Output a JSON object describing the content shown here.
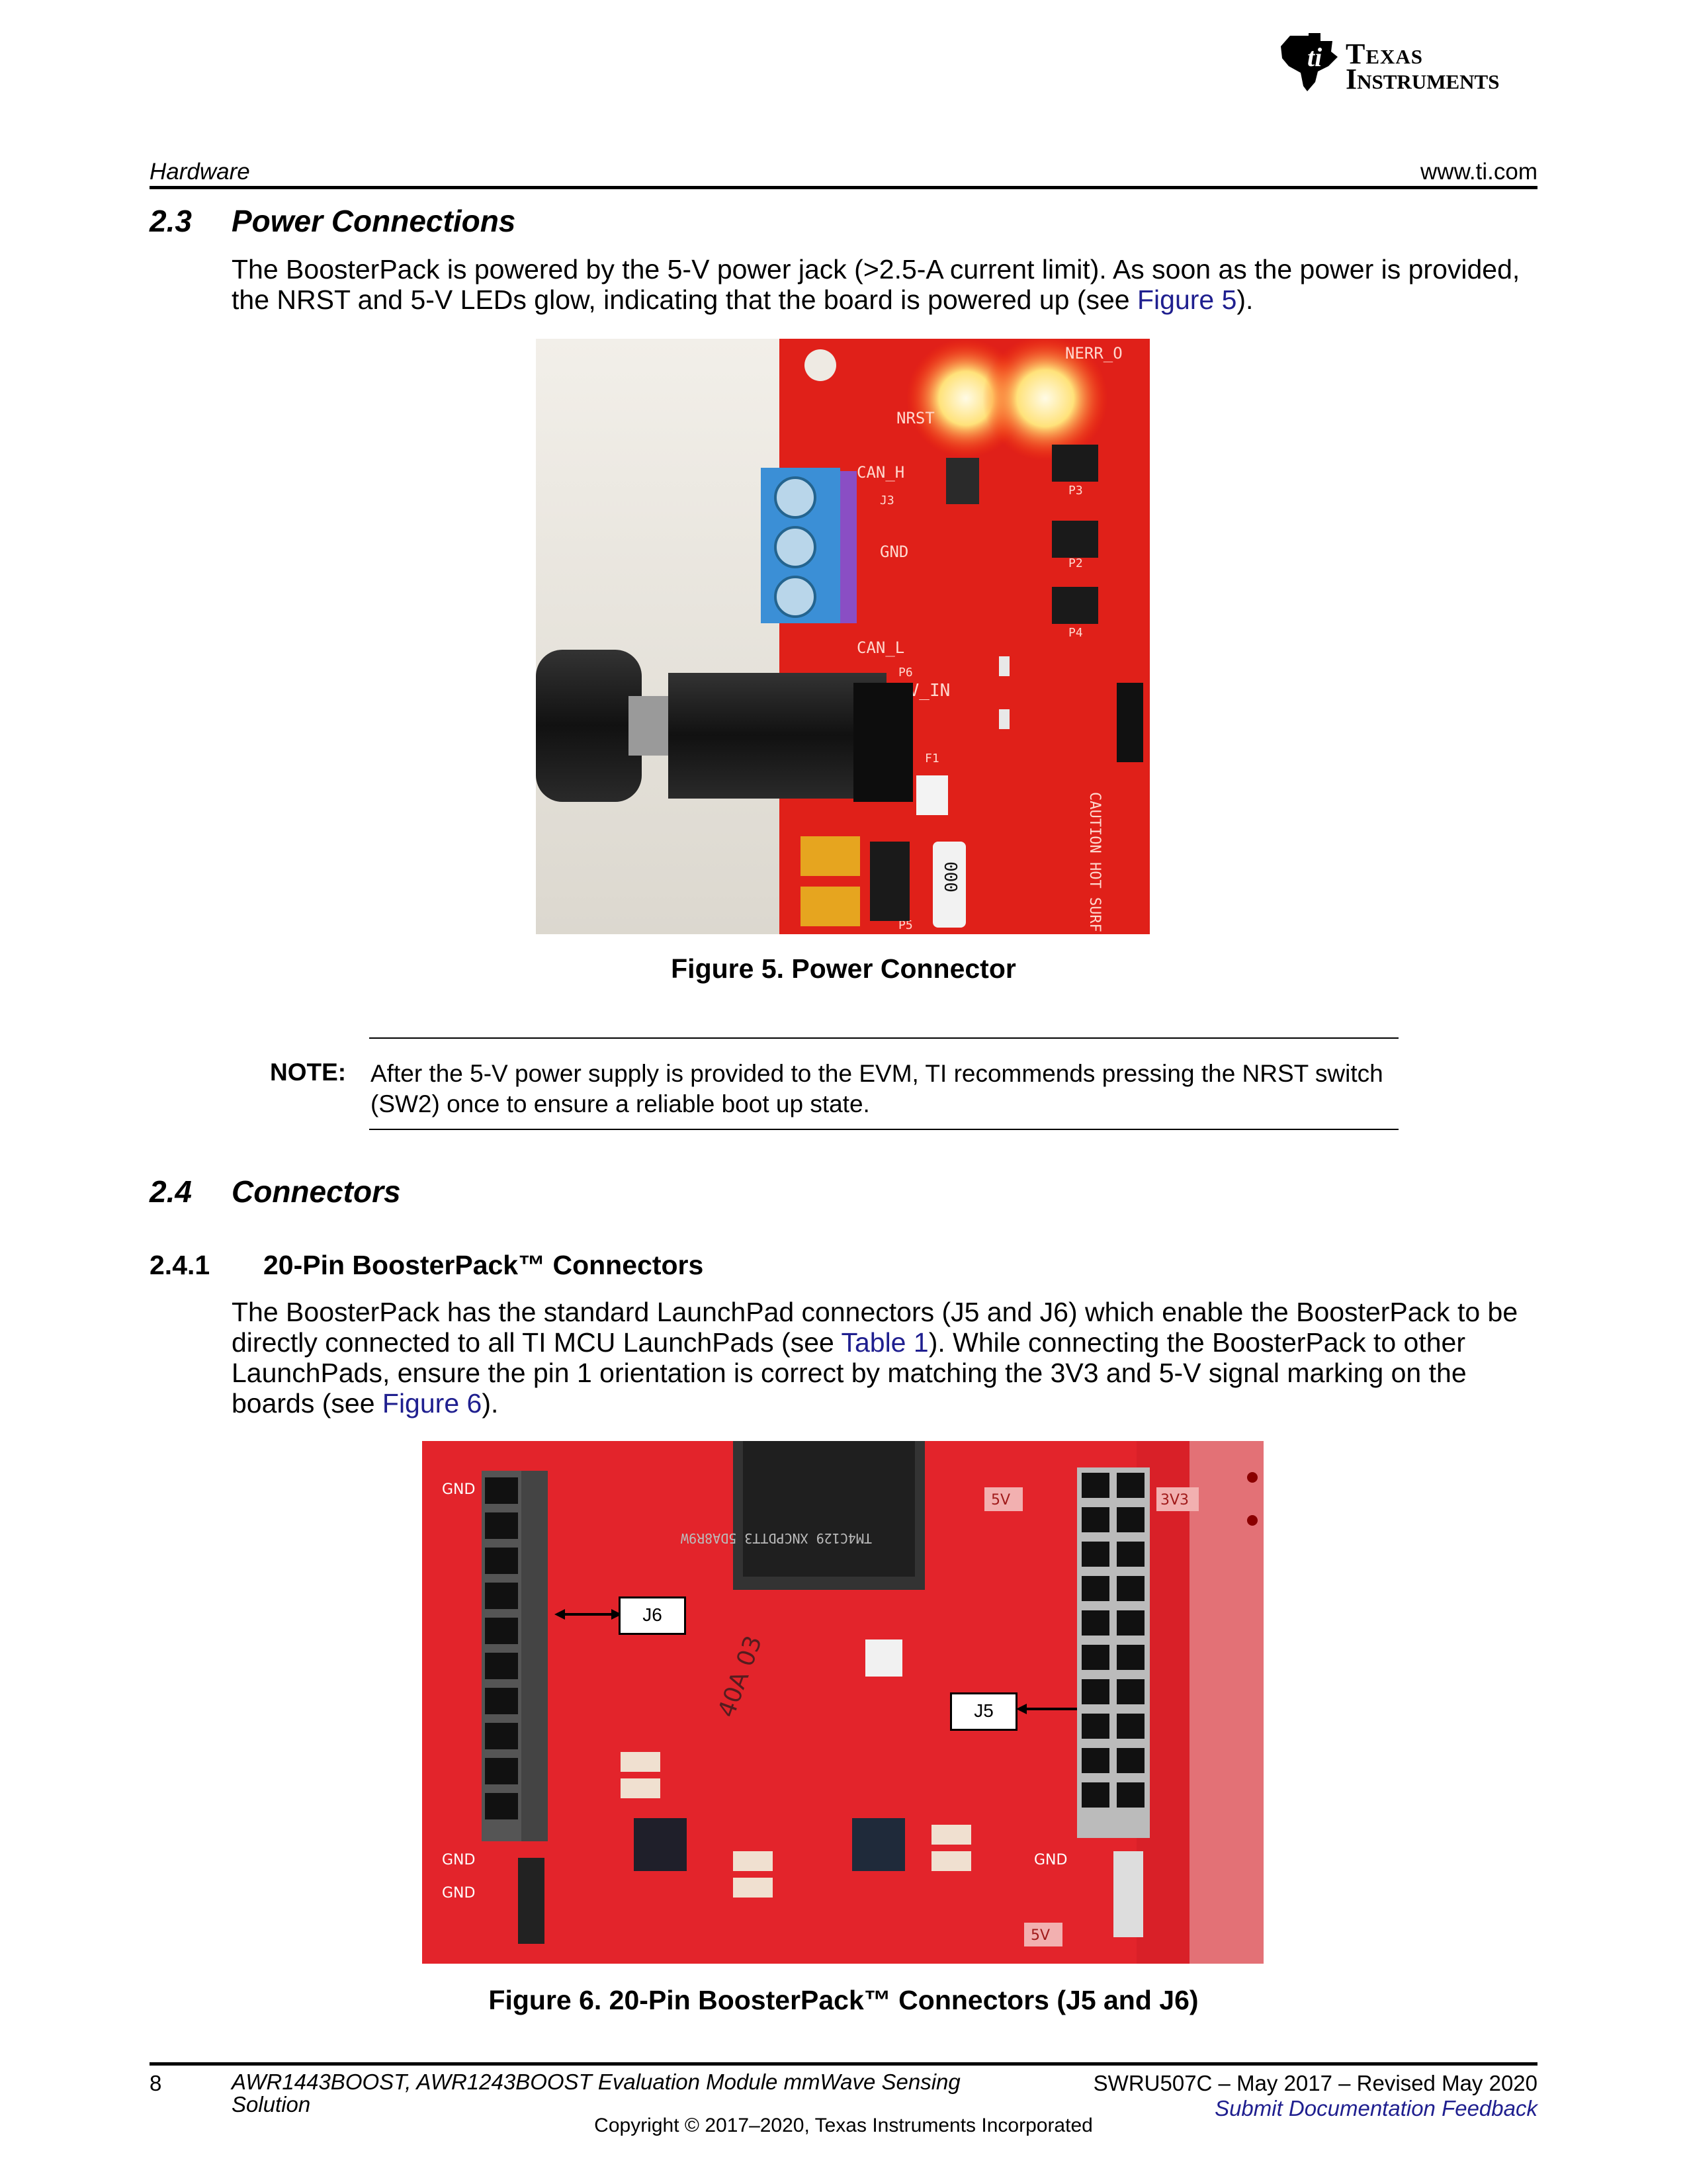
{
  "logo": {
    "line1": "Texas",
    "line2": "Instruments",
    "icon": "ti-logo-icon"
  },
  "header": {
    "section": "Hardware",
    "url": "www.ti.com"
  },
  "sec_2_3": {
    "number": "2.3",
    "title": "Power Connections",
    "para_a": "The BoosterPack is powered by the 5-V power jack (>2.5-A current limit). As soon as the power is provided, the NRST and 5-V LEDs glow, indicating that the board is powered up (see ",
    "para_link": "Figure 5",
    "para_b": ")."
  },
  "figure5": {
    "caption": "Figure 5. Power Connector",
    "board_labels": {
      "nrst": "NRST",
      "nerr": "NERR_O",
      "can_h": "CAN_H",
      "gnd": "GND",
      "can_l": "CAN_L",
      "vin": "5V_IN",
      "j3": "J3",
      "p6": "P6",
      "p3": "P3",
      "p2": "P2",
      "p4": "P4",
      "p5": "P5",
      "f1": "F1",
      "caution": "CAUTION HOT SURF",
      "fuse": "000"
    }
  },
  "note": {
    "label": "NOTE:",
    "text": "After the 5-V power supply is provided to the EVM, TI recommends pressing the NRST switch (SW2) once to ensure a reliable boot up state."
  },
  "sec_2_4": {
    "number": "2.4",
    "title": "Connectors"
  },
  "sec_2_4_1": {
    "number": "2.4.1",
    "title": "20-Pin BoosterPack™ Connectors",
    "para_a": "The BoosterPack has the standard LaunchPad connectors (J5 and J6) which enable the BoosterPack to be directly connected to all TI MCU LaunchPads (see ",
    "link1": "Table 1",
    "para_b": "). While connecting the BoosterPack to other LaunchPads, ensure the pin 1 orientation is correct by matching the 3V3 and 5-V signal marking on the boards (see ",
    "link2": "Figure 6",
    "para_c": ")."
  },
  "figure6": {
    "caption": "Figure 6. 20-Pin BoosterPack™ Connectors (J5 and J6)",
    "callout_j6": "J6",
    "callout_j5": "J5",
    "board_labels": {
      "gnd_top": "GND",
      "v5": "5V",
      "v3": "3V3",
      "gnd_bl1": "GND",
      "gnd_bl2": "GND",
      "gnd_br": "GND",
      "v5_bottom": "5V",
      "chip": "TM4C129 XNCPDTT3 5DA8R9W",
      "mark": "40A 03"
    }
  },
  "footer": {
    "page": "8",
    "title": "AWR1443BOOST, AWR1243BOOST Evaluation Module mmWave Sensing Solution",
    "doc": "SWRU507C – May 2017 – Revised May 2020",
    "feedback": "Submit Documentation Feedback",
    "copyright": "Copyright © 2017–2020, Texas Instruments Incorporated"
  }
}
